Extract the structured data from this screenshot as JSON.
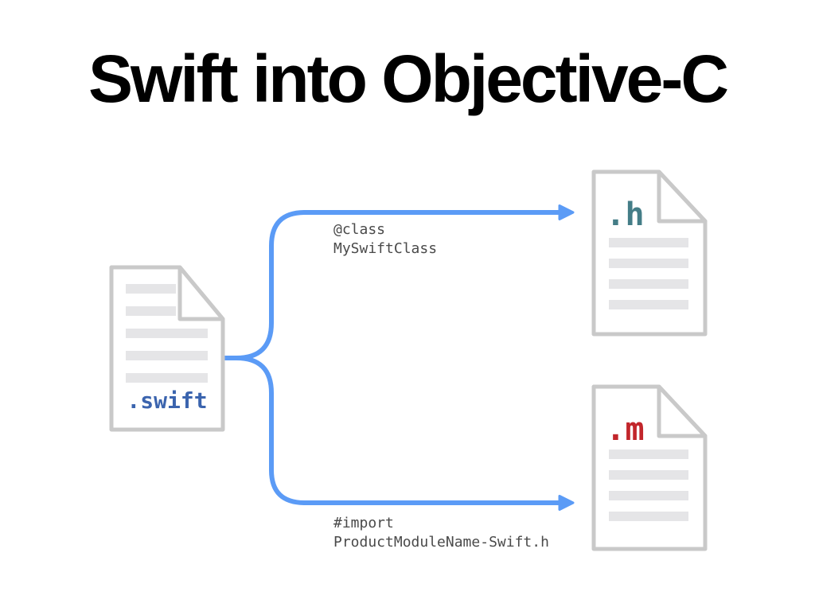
{
  "slide": {
    "title": "Swift into Objective-C"
  },
  "diagram": {
    "source_doc": {
      "label": ".swift",
      "label_color": "#3b64ae",
      "content_lines": 5
    },
    "header_doc": {
      "label": ".h",
      "label_color": "#447d87",
      "content_lines": 4
    },
    "impl_doc": {
      "label": ".m",
      "label_color": "#c2262b",
      "content_lines": 4
    },
    "annotations": {
      "to_header": "@class\nMySwiftClass",
      "to_impl": "#import\nProductModuleName-Swift.h"
    },
    "colors": {
      "arrow": "#5b9bf6",
      "doc_border": "#c9c9c9",
      "doc_content_line": "#e5e5e7",
      "code_text": "#4a4a4a",
      "title_text": "#000000"
    }
  }
}
